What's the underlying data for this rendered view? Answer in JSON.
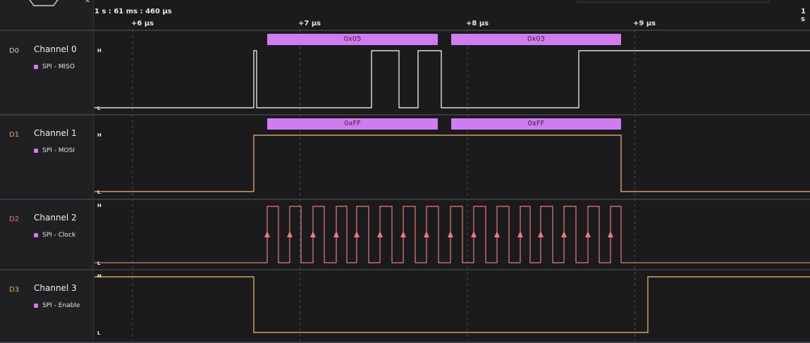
{
  "timeline": {
    "absolute_time": "1 s : 61 ms : 460 µs",
    "right_edge_label": "1 s",
    "ticks": [
      {
        "label": "+6 µs",
        "t": 6
      },
      {
        "label": "+7 µs",
        "t": 7
      },
      {
        "label": "+8 µs",
        "t": 8
      },
      {
        "label": "+9 µs",
        "t": 9
      }
    ]
  },
  "level_labels": {
    "high": "H",
    "low": "L"
  },
  "channels": [
    {
      "id": "D0",
      "name": "Channel 0",
      "analyzer": "SPI - MISO",
      "color": "#ffffff",
      "id_color": "#cfcfcf"
    },
    {
      "id": "D1",
      "name": "Channel 1",
      "analyzer": "SPI - MOSI",
      "color": "#f5b97a",
      "id_color": "#f0a35c"
    },
    {
      "id": "D2",
      "name": "Channel 2",
      "analyzer": "SPI - Clock",
      "color": "#f07a7a",
      "id_color": "#f07070"
    },
    {
      "id": "D3",
      "name": "Channel 3",
      "analyzer": "SPI - Enable",
      "color": "#f5c06a",
      "id_color": "#f0b050"
    }
  ],
  "decoded": {
    "miso": [
      "0x05",
      "0x03"
    ],
    "mosi": [
      "0xFF",
      "0xFF"
    ]
  },
  "colors": {
    "bubble": "#d07cf0",
    "background": "#1b1b1d",
    "panel": "#202023",
    "grid": "#4a4a4e"
  }
}
